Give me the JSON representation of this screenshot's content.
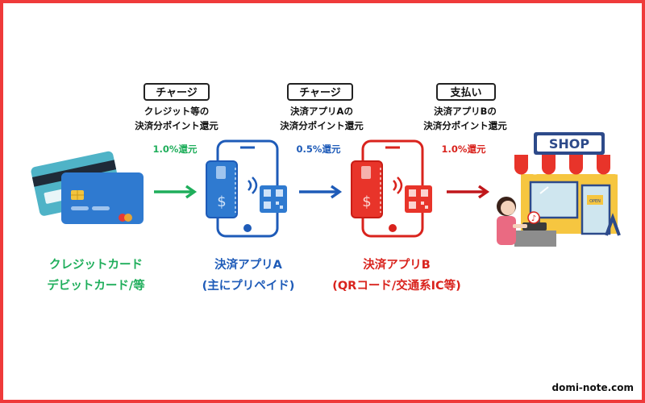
{
  "steps": [
    {
      "tag": "チャージ",
      "line1": "クレジット等の",
      "line2": "決済分ポイント還元",
      "rate": "1.0%還元"
    },
    {
      "tag": "チャージ",
      "line1": "決済アプリAの",
      "line2": "決済分ポイント還元",
      "rate": "0.5%還元"
    },
    {
      "tag": "支払い",
      "line1": "決済アプリBの",
      "line2": "決済分ポイント還元",
      "rate": "1.0%還元"
    }
  ],
  "nodes": [
    {
      "line1": "クレジットカード",
      "line2": "デビットカード/等"
    },
    {
      "line1": "決済アプリA",
      "line2": "(主にプリペイド)"
    },
    {
      "line1": "決済アプリB",
      "line2": "(QRコード/交通系IC等)"
    }
  ],
  "shop": {
    "sign": "SHOP",
    "door_sign": "OPEN"
  },
  "credit": "domi-note.com",
  "colors": {
    "green": "#1fae5b",
    "blue": "#1e5bb8",
    "red": "#d9231d",
    "border": "#ef3a3a"
  }
}
